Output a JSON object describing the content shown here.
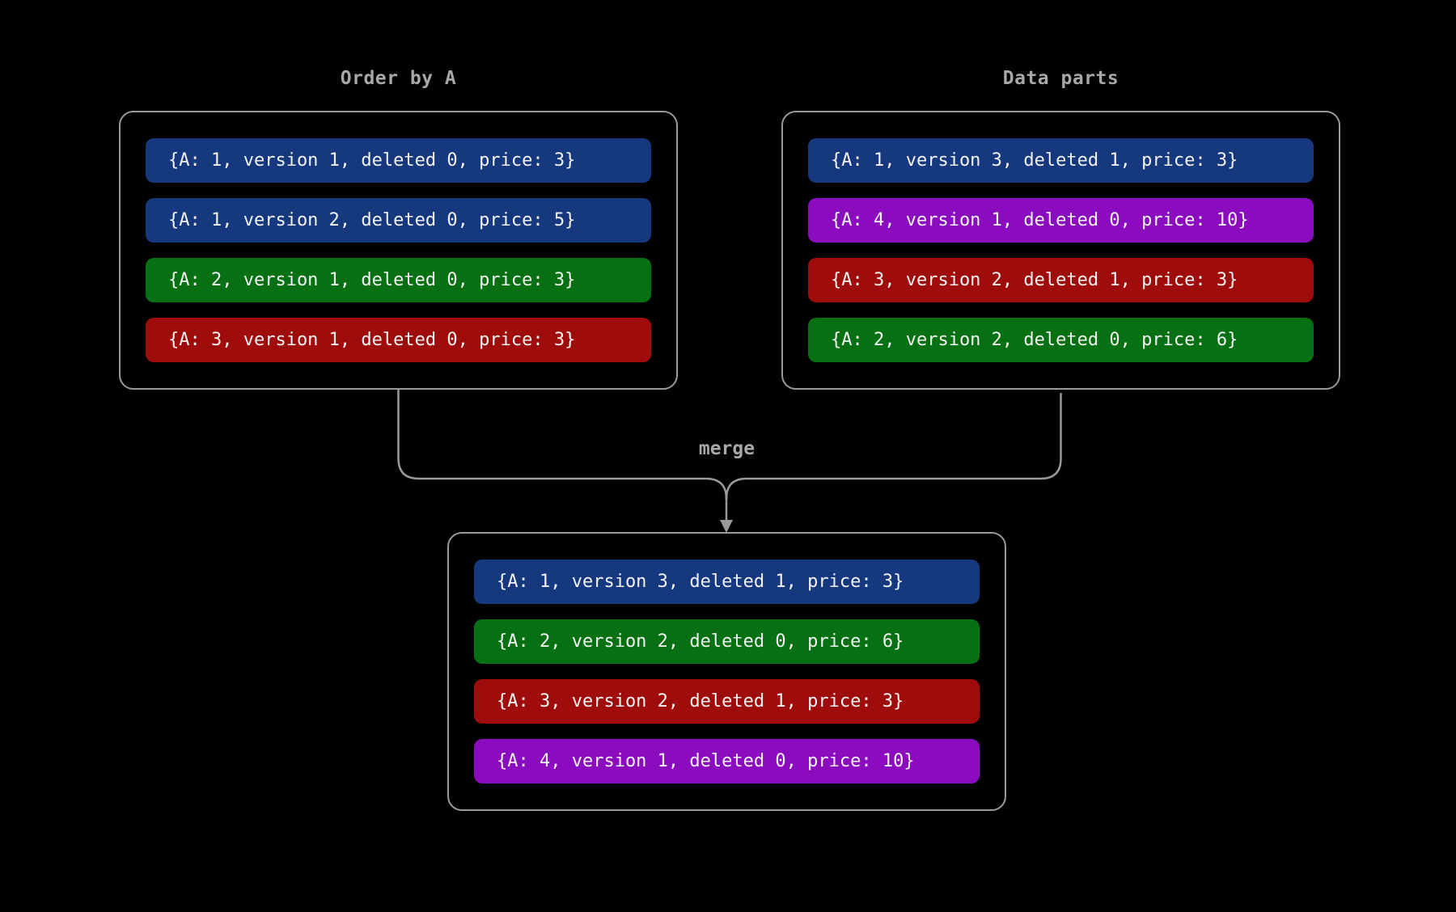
{
  "diagram": {
    "background": "#000000",
    "line_color": "#9a9a9a",
    "box_border_color": "#9a9a9a",
    "title_color": "#a8a8a8",
    "row_text_color": "#f2f2f2",
    "merge_label": "merge",
    "left_box": {
      "title": "Order by A",
      "rows": [
        {
          "text": "{A: 1, version 1, deleted 0, price: 3}",
          "bg": "#16387e"
        },
        {
          "text": "{A: 1, version 2, deleted 0, price: 5}",
          "bg": "#16387e"
        },
        {
          "text": "{A: 2, version 1, deleted 0, price: 3}",
          "bg": "#077012"
        },
        {
          "text": "{A: 3, version 1, deleted 0, price: 3}",
          "bg": "#9f0c0c"
        }
      ]
    },
    "right_box": {
      "title": "Data parts",
      "rows": [
        {
          "text": "{A: 1, version 3, deleted 1, price: 3}",
          "bg": "#16387e"
        },
        {
          "text": "{A: 4, version 1, deleted 0, price: 10}",
          "bg": "#8b0cbe"
        },
        {
          "text": "{A: 3, version 2, deleted 1, price: 3}",
          "bg": "#9f0c0c"
        },
        {
          "text": "{A: 2, version 2, deleted 0, price: 6}",
          "bg": "#077012"
        }
      ]
    },
    "merged_box": {
      "rows": [
        {
          "text": "{A: 1, version 3, deleted 1, price: 3}",
          "bg": "#16387e"
        },
        {
          "text": "{A: 2, version 2, deleted 0, price: 6}",
          "bg": "#077012"
        },
        {
          "text": "{A: 3, version 2, deleted 1, price: 3}",
          "bg": "#9f0c0c"
        },
        {
          "text": "{A: 4, version 1, deleted 0, price: 10}",
          "bg": "#8b0cbe"
        }
      ]
    }
  }
}
